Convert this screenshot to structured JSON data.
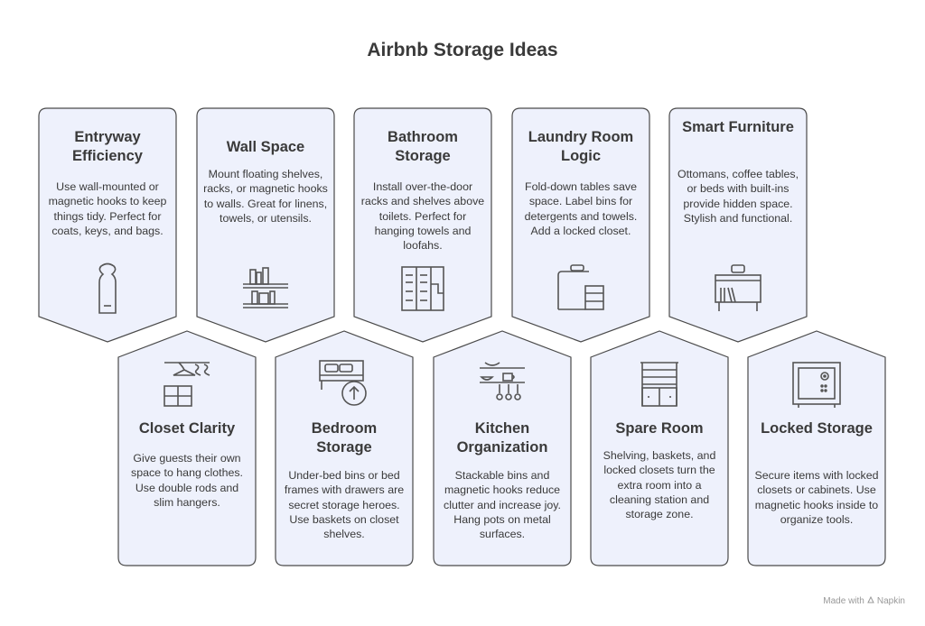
{
  "title": "Airbnb Storage Ideas",
  "colors": {
    "card_fill": "#eef1fc",
    "card_stroke": "#4a4a4a",
    "icon_stroke": "#555555",
    "text": "#3a3a3a"
  },
  "cards": [
    {
      "title": "Entryway Efficiency",
      "icon": "door-hanger-icon",
      "desc": "Use wall-mounted or magnetic hooks to keep things tidy. Perfect for coats, keys, and bags."
    },
    {
      "title": "Wall Space",
      "icon": "wall-shelves-icon",
      "desc": "Mount floating shelves, racks, or magnetic hooks to walls. Great for linens, towels, or utensils."
    },
    {
      "title": "Bathroom Storage",
      "icon": "bathroom-cabinet-icon",
      "desc": "Install over-the-door racks and shelves above toilets. Perfect for hanging towels and loofahs."
    },
    {
      "title": "Laundry Room Logic",
      "icon": "laundry-bins-icon",
      "desc": "Fold-down tables save space. Label bins for detergents and towels. Add a locked closet."
    },
    {
      "title": "Smart Furniture",
      "icon": "furniture-icon",
      "desc": "Ottomans, coffee tables, or beds with built-ins provide hidden space. Stylish and functional."
    },
    {
      "title": "Closet Clarity",
      "icon": "closet-hangers-icon",
      "desc": "Give guests their own space to hang clothes. Use double rods and slim hangers."
    },
    {
      "title": "Bedroom Storage",
      "icon": "bed-storage-icon",
      "desc": "Under-bed bins or bed frames with drawers are secret storage heroes. Use baskets on closet shelves."
    },
    {
      "title": "Kitchen Organization",
      "icon": "kitchen-shelf-icon",
      "desc": "Stackable bins and magnetic hooks reduce clutter and increase joy. Hang pots on metal surfaces."
    },
    {
      "title": "Spare Room",
      "icon": "shelving-unit-icon",
      "desc": "Shelving, baskets, and locked closets turn the extra room into a cleaning station and storage zone."
    },
    {
      "title": "Locked Storage",
      "icon": "safe-icon",
      "desc": "Secure items with locked closets or cabinets. Use magnetic hooks inside to organize tools."
    }
  ],
  "footer": {
    "made_with": "Made with",
    "brand": "Napkin"
  }
}
